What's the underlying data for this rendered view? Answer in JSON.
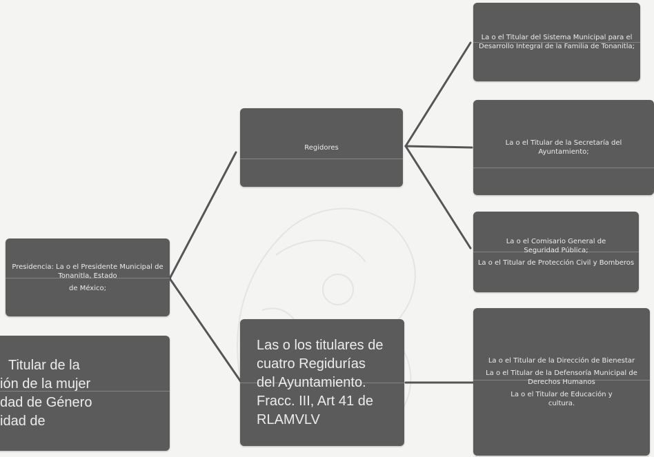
{
  "nodes": {
    "presidencia": {
      "lines": [
        "Presidencia: La o el Presidente Municipal de Tonanitla, Estado",
        "de México;"
      ]
    },
    "regidores": {
      "lines": [
        "Regidores"
      ]
    },
    "titulares_regidurias": {
      "lines": [
        "Las o los titulares de",
        "cuatro Regidurías",
        "del Ayuntamiento.",
        "Fracc. III, Art 41 de",
        "RLAMVLV"
      ]
    },
    "instancia_mujer": {
      "lines": [
        "Titular de la",
        "ión de la mujer",
        "dad de Género",
        "idad de"
      ]
    },
    "dif": {
      "lines": [
        "La o el Titular del Sistema Municipal para el Desarrollo Integral de la Familia de Tonanitla;"
      ]
    },
    "secretaria": {
      "lines": [
        "La o el Titular de la Secretaría del Ayuntamiento;"
      ]
    },
    "seguridad": {
      "lines": [
        "La o el Comisario General de Seguridad Pública;",
        "La o el Titular de Protección Civil y Bomberos"
      ]
    },
    "bienestar": {
      "lines": [
        "La o el Titular de la Dirección de Bienestar",
        "La o el Titular de la Defensoría Municipal de Derechos Humanos",
        "La o el Titular de Educación y cultura."
      ]
    }
  },
  "colors": {
    "box": "#5b5b5b",
    "connector": "#555555",
    "background": "#f4f4f2"
  }
}
